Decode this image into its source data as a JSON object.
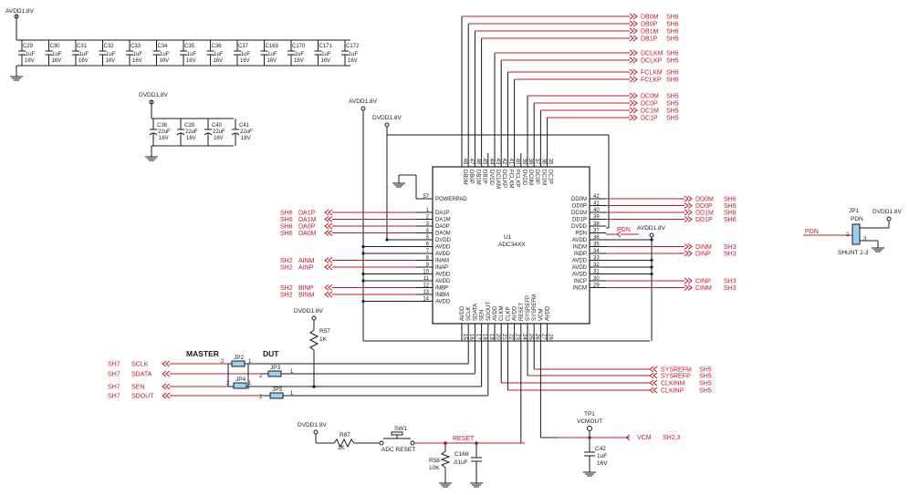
{
  "power": {
    "avdd_top": "AVDD1.8V",
    "dvdd_caps": "DVDD1.8V",
    "avdd_chip": "AVDD1.8V",
    "dvdd_chip": "DVDD1.8V",
    "avdd_right": "AVDD1.8V",
    "dvdd_r57": "DVDD1.8V",
    "dvdd_r87": "DVDD1.8V",
    "dvdd_jp1": "DVDD1.8V"
  },
  "top_caps": [
    {
      "ref": "C29",
      "value": ".1uF",
      "volt": "16V"
    },
    {
      "ref": "C30",
      "value": ".1uF",
      "volt": "16V"
    },
    {
      "ref": "C31",
      "value": ".1uF",
      "volt": "16V"
    },
    {
      "ref": "C32",
      "value": ".1uF",
      "volt": "16V"
    },
    {
      "ref": "C33",
      "value": ".1uF",
      "volt": "16V"
    },
    {
      "ref": "C34",
      "value": ".1uF",
      "volt": "16V"
    },
    {
      "ref": "C35",
      "value": ".1uF",
      "volt": "16V"
    },
    {
      "ref": "C36",
      "value": ".1uF",
      "volt": "16V"
    },
    {
      "ref": "C37",
      "value": ".1uF",
      "volt": "16V"
    },
    {
      "ref": "C169",
      "value": ".1uF",
      "volt": "16V"
    },
    {
      "ref": "C170",
      "value": ".1uF",
      "volt": "16V"
    },
    {
      "ref": "C171",
      "value": ".1uF",
      "volt": "16V"
    },
    {
      "ref": "C172",
      "value": ".1uF",
      "volt": "16V"
    }
  ],
  "dvdd_caps": [
    {
      "ref": "C38",
      "value": "22uF",
      "volt": "16V"
    },
    {
      "ref": "C39",
      "value": "22uF",
      "volt": "16V"
    },
    {
      "ref": "C40",
      "value": "22uF",
      "volt": "16V"
    },
    {
      "ref": "C41",
      "value": "22uF",
      "volt": "16V"
    }
  ],
  "chip": {
    "ref": "U1",
    "part": "ADC34XX"
  },
  "top_nets": [
    {
      "net": "DB0M",
      "sheet": "SH6"
    },
    {
      "net": "DB0P",
      "sheet": "SH6"
    },
    {
      "net": "DB1M",
      "sheet": "SH6"
    },
    {
      "net": "DB1P",
      "sheet": "SH5"
    },
    {
      "net": "DCLKM",
      "sheet": "SH6"
    },
    {
      "net": "DCLKP",
      "sheet": "SH5"
    },
    {
      "net": "FCLKM",
      "sheet": "SH6"
    },
    {
      "net": "FCLKP",
      "sheet": "SH6"
    },
    {
      "net": "DC0M",
      "sheet": "SH5"
    },
    {
      "net": "DC0P",
      "sheet": "SH5"
    },
    {
      "net": "DC1M",
      "sheet": "SH5"
    },
    {
      "net": "DC1P",
      "sheet": "SH5"
    }
  ],
  "top_pins": [
    {
      "num": "48",
      "name": "DB0M"
    },
    {
      "num": "47",
      "name": "DB0P"
    },
    {
      "num": "46",
      "name": "DB1M"
    },
    {
      "num": "45",
      "name": "DB1P"
    },
    {
      "num": "44",
      "name": "DVDD"
    },
    {
      "num": "43",
      "name": "DCLKM"
    },
    {
      "num": "42",
      "name": "DCLKP"
    },
    {
      "num": "41",
      "name": "FCLKM"
    },
    {
      "num": "40",
      "name": "FCLKP"
    },
    {
      "num": "39",
      "name": "DVDD"
    },
    {
      "num": "38",
      "name": "DC0M"
    },
    {
      "num": "37",
      "name": "DC0P"
    },
    {
      "num": "36",
      "name": "DC1M"
    },
    {
      "num": "35",
      "name": "DC1P"
    }
  ],
  "left_pins": [
    {
      "num": "57",
      "name": "POWERPAD"
    },
    {
      "num": "1",
      "name": "DA1P"
    },
    {
      "num": "2",
      "name": "DA1M"
    },
    {
      "num": "3",
      "name": "DA0P"
    },
    {
      "num": "4",
      "name": "DA0M"
    },
    {
      "num": "5",
      "name": "DVDD"
    },
    {
      "num": "6",
      "name": "AVDD"
    },
    {
      "num": "7",
      "name": "AVDD"
    },
    {
      "num": "8",
      "name": "INAM"
    },
    {
      "num": "9",
      "name": "INAP"
    },
    {
      "num": "10",
      "name": "AVDD"
    },
    {
      "num": "11",
      "name": "AVDD"
    },
    {
      "num": "12",
      "name": "INBP"
    },
    {
      "num": "13",
      "name": "INBM"
    },
    {
      "num": "14",
      "name": "AVDD"
    }
  ],
  "left_nets": [
    {
      "net": "DA1P",
      "sheet": "SH6"
    },
    {
      "net": "DA1M",
      "sheet": "SH6"
    },
    {
      "net": "DA0P",
      "sheet": "SH6"
    },
    {
      "net": "DA0M",
      "sheet": "SH6"
    },
    {
      "net": "AINM",
      "sheet": "SH2"
    },
    {
      "net": "AINP",
      "sheet": "SH2"
    },
    {
      "net": "BINP",
      "sheet": "SH2"
    },
    {
      "net": "BINM",
      "sheet": "SH2"
    }
  ],
  "right_pins": [
    {
      "num": "42",
      "name": "DD0M"
    },
    {
      "num": "41",
      "name": "DD0P"
    },
    {
      "num": "40",
      "name": "DD1M"
    },
    {
      "num": "39",
      "name": "DD1P"
    },
    {
      "num": "38",
      "name": "DVDD"
    },
    {
      "num": "37",
      "name": "PDN"
    },
    {
      "num": "36",
      "name": "AVDD"
    },
    {
      "num": "35",
      "name": "INDM"
    },
    {
      "num": "34",
      "name": "INDP"
    },
    {
      "num": "33",
      "name": "AVDD"
    },
    {
      "num": "32",
      "name": "AVDD"
    },
    {
      "num": "31",
      "name": "AVDD"
    },
    {
      "num": "30",
      "name": "INCP"
    },
    {
      "num": "29",
      "name": "INCM"
    }
  ],
  "right_nets": [
    {
      "net": "DD0M",
      "sheet": "SH6"
    },
    {
      "net": "DD0P",
      "sheet": "SH6"
    },
    {
      "net": "DD1M",
      "sheet": "SH6"
    },
    {
      "net": "DD1P",
      "sheet": "SH6"
    },
    {
      "net": "PDN",
      "sheet": ""
    },
    {
      "net": "DINM",
      "sheet": "SH3"
    },
    {
      "net": "DINP",
      "sheet": "SH3"
    },
    {
      "net": "CINP",
      "sheet": "SH3"
    },
    {
      "net": "CINM",
      "sheet": "SH3"
    }
  ],
  "bottom_pins": [
    {
      "num": "15",
      "name": "AVDD"
    },
    {
      "num": "16",
      "name": "SCLK"
    },
    {
      "num": "17",
      "name": "SDATA"
    },
    {
      "num": "18",
      "name": "SEN"
    },
    {
      "num": "19",
      "name": "SDOUT"
    },
    {
      "num": "20",
      "name": "AVDD"
    },
    {
      "num": "21",
      "name": "CLKM"
    },
    {
      "num": "22",
      "name": "CLKP"
    },
    {
      "num": "23",
      "name": "AVDD"
    },
    {
      "num": "24",
      "name": "RESET"
    },
    {
      "num": "25",
      "name": "SYSREFP"
    },
    {
      "num": "26",
      "name": "SYSREFM"
    },
    {
      "num": "27",
      "name": "VCM"
    },
    {
      "num": "28",
      "name": "AVDD"
    }
  ],
  "sysref_nets": [
    {
      "net": "SYSREFM",
      "sheet": "SH5"
    },
    {
      "net": "SYSREFP",
      "sheet": "SH5"
    },
    {
      "net": "CLKINM",
      "sheet": "SH5"
    },
    {
      "net": "CLKINP",
      "sheet": "SH5"
    }
  ],
  "spi_nets": [
    {
      "net": "SCLK",
      "sheet": "SH7"
    },
    {
      "net": "SDATA",
      "sheet": "SH7"
    },
    {
      "net": "SEN",
      "sheet": "SH7"
    },
    {
      "net": "SDOUT",
      "sheet": "SH7"
    }
  ],
  "labels": {
    "master": "MASTER",
    "dut": "DUT",
    "jp2": "JP2",
    "jp3": "JP3",
    "jp4": "JP4",
    "jp5": "JP5",
    "r57": "R57",
    "r57_val": "1K",
    "r87": "R87",
    "r87_val": "1K",
    "sw1": "SW1",
    "sw1_name": "ADC RESET",
    "reset_net": "RESET",
    "r58": "R58",
    "r58_val": "10K",
    "c168": "C168",
    "c168_val": ".01uF",
    "tp1": "TP1",
    "vcmout": "VCMOUT",
    "vcm_net": "VCM",
    "vcm_sheet": "SH2,3",
    "c42": "C42",
    "c42_val": "1uF",
    "c42_volt": "16V",
    "pdn_net": "PDN",
    "jp1": "JP1",
    "jp1_name": "PDN",
    "jp1_shunt": "SHUNT 2-3",
    "pin1": "1",
    "pin2": "2",
    "pin3": "3"
  }
}
